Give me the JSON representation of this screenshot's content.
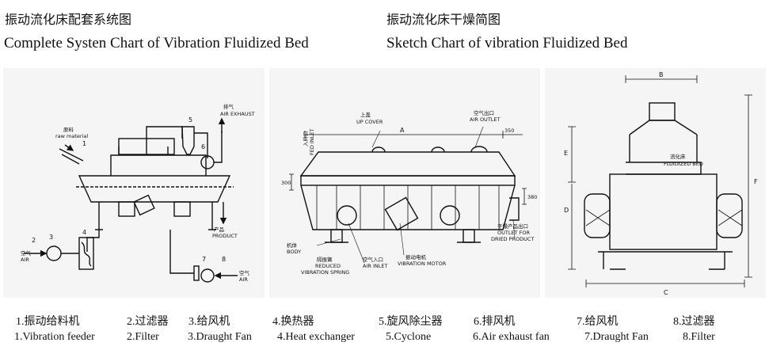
{
  "titles": {
    "left_cn": "振动流化床配套系统图",
    "left_en": "Complete Systen Chart of Vibration Fluidized Bed",
    "right_cn": "振动流化床干燥简图",
    "right_en": "Sketch Chart of vibration Fluidized Bed"
  },
  "diagram1": {
    "raw_cn": "原料",
    "raw_en": "raw material",
    "exhaust_cn": "排气",
    "exhaust_en": "AIR EXHAUST",
    "product_cn": "产品",
    "product_en": "PRODUCT",
    "air1_cn": "空气",
    "air1_en": "AIR",
    "air2_cn": "空气",
    "air2_en": "AIR",
    "n1": "1",
    "n2": "2",
    "n3": "3",
    "n4": "4",
    "n5": "5",
    "n6": "6",
    "n7": "7",
    "n8": "8"
  },
  "diagram2": {
    "upcover_cn": "上盖",
    "upcover_en": "UP COVER",
    "airout_cn": "空气出口",
    "airout_en": "AIR OUTLET",
    "feed_cn": "入料口",
    "feed_en": "FED INLET",
    "dim_a": "A",
    "dim_350": "350",
    "dim_300": "300",
    "dim_380": "380",
    "dried_cn": "干燥产品出口",
    "dried_en1": "OUTLET FOR",
    "dried_en2": "DRIED PRODUCT",
    "body_cn": "机体",
    "body_en": "BODY",
    "spring_cn": "隔振簧",
    "spring_en1": "REDUCED",
    "spring_en2": "VIBRATION SPRING",
    "airin_cn": "空气入口",
    "airin_en": "AIR INLET",
    "motor_cn": "振动电机",
    "motor_en": "VIBRATION MOTOR"
  },
  "diagram3": {
    "dim_b": "B",
    "dim_e": "E",
    "dim_d": "D",
    "dim_f": "F",
    "dim_c": "C",
    "bed_cn": "流化床",
    "bed_en": "FLUIDIZED BED"
  },
  "legend": {
    "cn": [
      "1.振动给料机",
      "2.过滤器",
      "3.给风机",
      "4.换热器",
      "5.旋风除尘器",
      "6.排风机",
      "7.给风机",
      "8.过滤器"
    ],
    "en": [
      "1.Vibration feeder",
      "2.Filter",
      "3.Draught Fan",
      "4.Heat exchanger",
      "5.Cyclone",
      "6.Air exhaust fan",
      "7.Draught Fan",
      "8.Filter"
    ]
  }
}
